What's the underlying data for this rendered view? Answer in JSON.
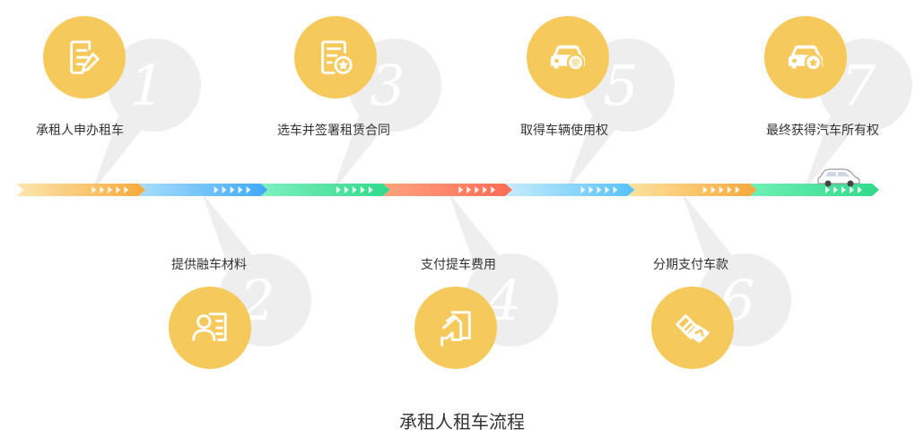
{
  "steps": [
    {
      "num": "1",
      "label": "承租人申办租车",
      "icon": "document-edit-icon"
    },
    {
      "num": "2",
      "label": "提供融车材料",
      "icon": "id-card-icon"
    },
    {
      "num": "3",
      "label": "选车并签署租赁合同",
      "icon": "contract-icon"
    },
    {
      "num": "4",
      "label": "支付提车费用",
      "icon": "payment-card-icon"
    },
    {
      "num": "5",
      "label": "取得车辆使用权",
      "icon": "car-use-icon"
    },
    {
      "num": "6",
      "label": "分期支付车款",
      "icon": "installment-cards-icon"
    },
    {
      "num": "7",
      "label": "最终获得汽车所有权",
      "icon": "car-ownership-icon"
    }
  ],
  "title": "承租人租车流程",
  "colors": {
    "circle": "#f5c95c",
    "badge": "#eeeeee",
    "segments": [
      "#f7c35a",
      "#5bc0f5",
      "#4ee0a0",
      "#ff7a5c",
      "#7fd6fb",
      "#f7c35a",
      "#4ee0a0"
    ]
  }
}
